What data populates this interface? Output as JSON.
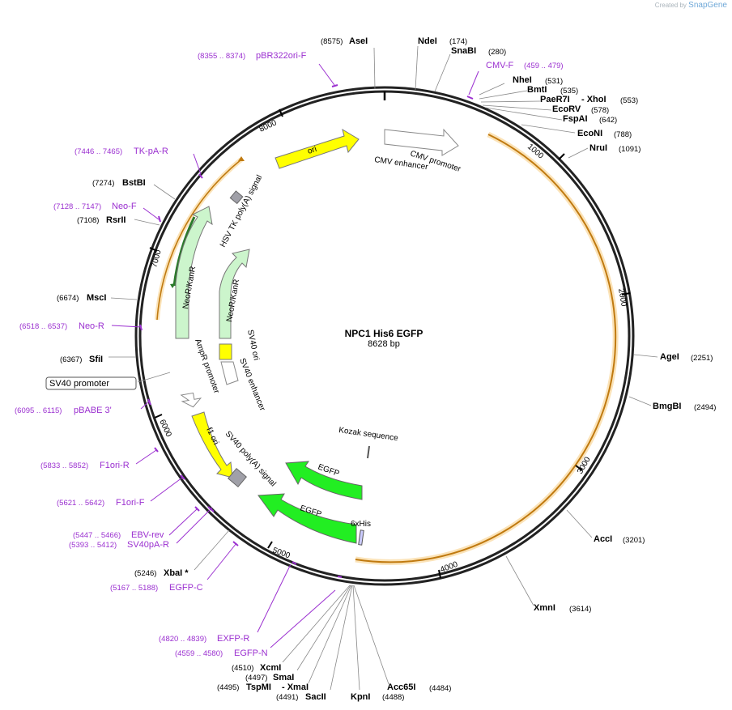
{
  "app": {
    "credit_prefix": "Created by",
    "credit_brand": "SnapGene"
  },
  "plasmid": {
    "name": "NPC1 His6 EGFP",
    "length_label": "8628 bp",
    "length": 8628
  },
  "ticks": [
    "1000",
    "2000",
    "3000",
    "4000",
    "5000",
    "6000",
    "7000",
    "8000"
  ],
  "enzymes": [
    {
      "name": "AseI",
      "pos": "(8575)"
    },
    {
      "name": "NdeI",
      "pos": "(174)"
    },
    {
      "name": "SnaBI",
      "pos": "(280)"
    },
    {
      "name": "NheI",
      "pos": "(531)"
    },
    {
      "name": "BmtI",
      "pos": "(535)"
    },
    {
      "name": "PaeR7I",
      "pos": "(553)",
      "pair": "- XhoI"
    },
    {
      "name": "EcoRV",
      "pos": "(578)"
    },
    {
      "name": "FspAI",
      "pos": "(642)"
    },
    {
      "name": "EcoNI",
      "pos": "(788)"
    },
    {
      "name": "NruI",
      "pos": "(1091)"
    },
    {
      "name": "AgeI",
      "pos": "(2251)"
    },
    {
      "name": "BmgBI",
      "pos": "(2494)"
    },
    {
      "name": "AccI",
      "pos": "(3201)"
    },
    {
      "name": "XmnI",
      "pos": "(3614)"
    },
    {
      "name": "Acc65I",
      "pos": "(4484)"
    },
    {
      "name": "KpnI",
      "pos": "(4488)"
    },
    {
      "name": "SacII",
      "pos": "(4491)"
    },
    {
      "name": "TspMI",
      "pos": "(4495)",
      "pair": "- XmaI"
    },
    {
      "name": "SmaI",
      "pos": "(4497)"
    },
    {
      "name": "XcmI",
      "pos": "(4510)"
    },
    {
      "name": "XbaI *",
      "pos": "(5246)"
    },
    {
      "name": "SfiI",
      "pos": "(6367)"
    },
    {
      "name": "MscI",
      "pos": "(6674)"
    },
    {
      "name": "RsrII",
      "pos": "(7108)"
    },
    {
      "name": "BstBI",
      "pos": "(7274)"
    }
  ],
  "primers": [
    {
      "name": "pBR322ori-F",
      "range": "(8355 .. 8374)"
    },
    {
      "name": "CMV-F",
      "range": "(459 .. 479)"
    },
    {
      "name": "TK-pA-R",
      "range": "(7446 .. 7465)"
    },
    {
      "name": "Neo-F",
      "range": "(7128 .. 7147)"
    },
    {
      "name": "Neo-R",
      "range": "(6518 .. 6537)"
    },
    {
      "name": "pBABE 3'",
      "range": "(6095 .. 6115)"
    },
    {
      "name": "F1ori-R",
      "range": "(5833 .. 5852)"
    },
    {
      "name": "F1ori-F",
      "range": "(5621 .. 5642)"
    },
    {
      "name": "EBV-rev",
      "range": "(5447 .. 5466)"
    },
    {
      "name": "SV40pA-R",
      "range": "(5393 .. 5412)"
    },
    {
      "name": "EGFP-C",
      "range": "(5167 .. 5188)"
    },
    {
      "name": "EXFP-R",
      "range": "(4820 .. 4839)"
    },
    {
      "name": "EGFP-N",
      "range": "(4559 .. 4580)"
    }
  ],
  "features": {
    "cmv_promoter": "CMV promoter",
    "cmv_enhancer": "CMV enhancer",
    "ori": "ori",
    "hsv_tk": "HSV TK poly(A) signal",
    "neo_outer": "NeoR/KanR",
    "neo_inner": "NeoR/KanR",
    "sv40_ori": "SV40 ori",
    "sv40_enhancer": "SV40 enhancer",
    "ampr_promoter": "AmpR promoter",
    "f1_ori": "f1 ori",
    "sv40_polya": "SV40 poly(A) signal",
    "kozak": "Kozak sequence",
    "egfp_1": "EGFP",
    "egfp_2": "EGFP",
    "his": "6xHis",
    "sv40_promoter_box": "SV40 promoter"
  },
  "colors": {
    "orf": "#f5a623",
    "ori": "#ffff00",
    "neo": "#ccf5cc",
    "egfp": "#22ee22",
    "primer": "#9b30d0",
    "polya": "#a0a0a8",
    "promoter": "#ffffff"
  }
}
